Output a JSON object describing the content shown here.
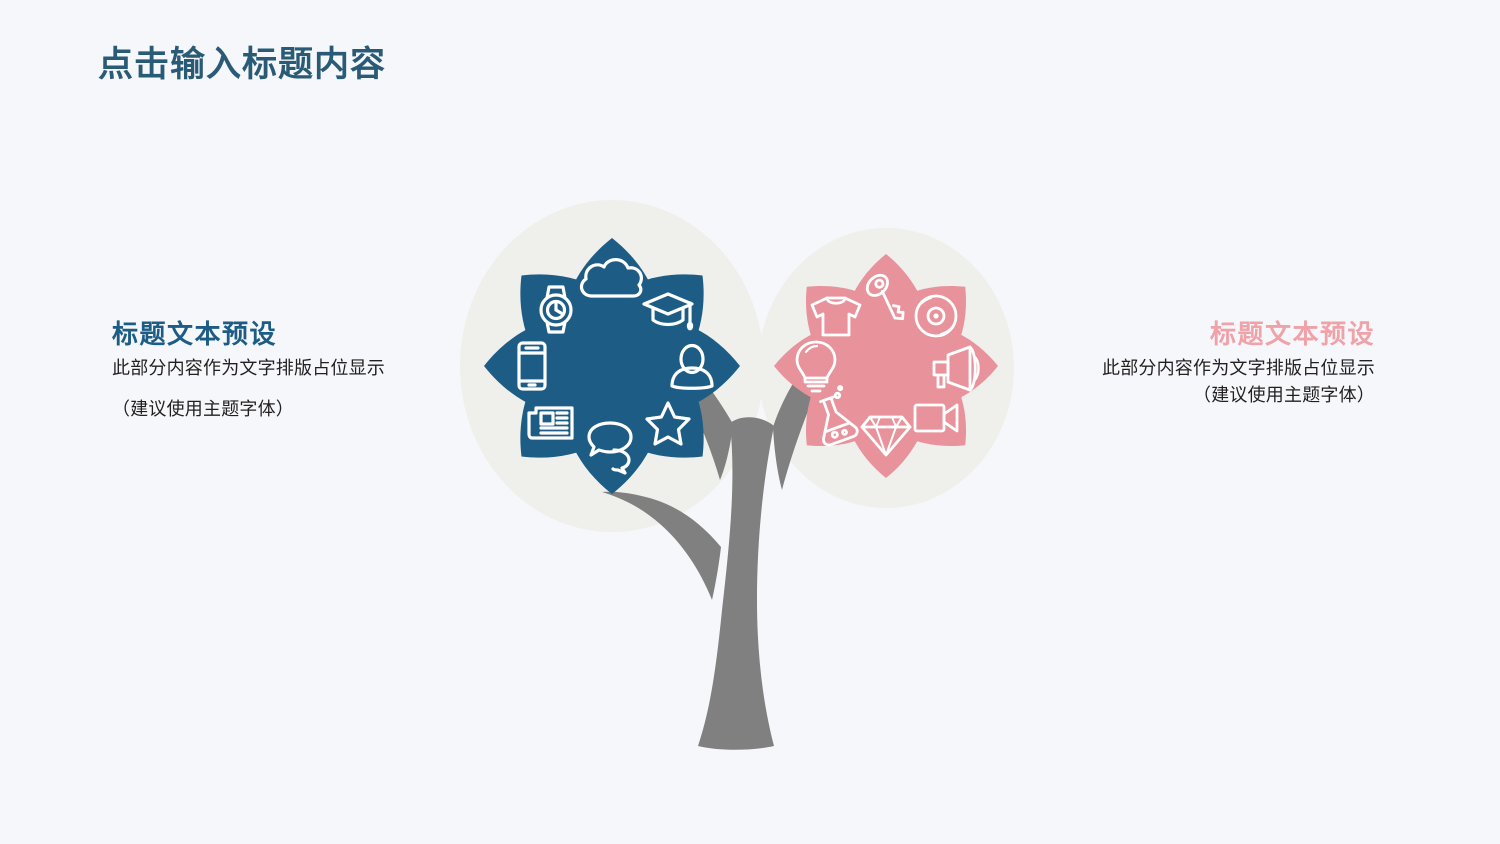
{
  "slide": {
    "background_color": "#f5f7fa",
    "title": "点击输入标题内容",
    "title_color": "#2a5b76"
  },
  "left_block": {
    "heading": "标题文本预设",
    "heading_color": "#1d5c85",
    "body": "此部分内容作为文字排版占位显示",
    "note": "（建议使用主题字体）"
  },
  "right_block": {
    "heading": "标题文本预设",
    "heading_color": "#efa3a9",
    "body": "此部分内容作为文字排版占位显示",
    "note": "（建议使用主题字体）"
  },
  "graphic": {
    "type": "icon-tree",
    "trunk_color": "#808080",
    "halo_color": "#efefec",
    "blue_flower": {
      "color": "#1d5c85",
      "icon_color": "#ffffff",
      "petal_count": 8,
      "inner_petal_count": 8,
      "icons": [
        "cloud-icon",
        "graduation-cap-icon",
        "user-avatar-icon",
        "star-icon",
        "chat-bubble-icon",
        "newspaper-icon",
        "smartphone-icon",
        "watch-icon"
      ]
    },
    "pink_flower": {
      "color": "#e8939b",
      "icon_color": "#ffffff",
      "petal_count": 8,
      "inner_petal_count": 8,
      "icons": [
        "key-icon",
        "vinyl-record-icon",
        "megaphone-icon",
        "video-camera-icon",
        "diamond-icon",
        "flask-icon",
        "lightbulb-icon",
        "tshirt-icon"
      ]
    }
  }
}
